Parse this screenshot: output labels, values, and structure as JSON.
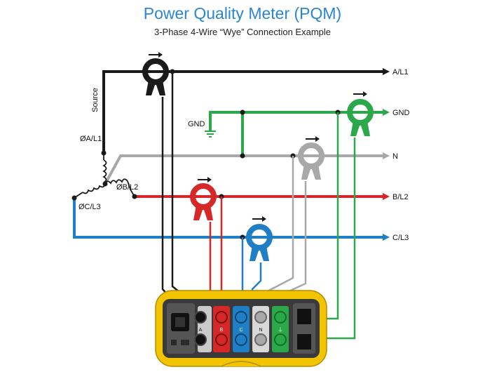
{
  "title": "Power Quality Meter (PQM)",
  "subtitle": "3-Phase 4-Wire “Wye” Connection Example",
  "lines": {
    "a": "A/L1",
    "gnd": "GND",
    "n": "N",
    "b": "B/L2",
    "c": "C/L3"
  },
  "source": {
    "label": "Source",
    "phase_a": "ØA/L1",
    "phase_b": "ØB/L2",
    "phase_c": "ØC/L3"
  },
  "ground_label": "GND",
  "meter": {
    "ports": [
      "A",
      "B",
      "C",
      "N",
      "⏚"
    ]
  },
  "colors": {
    "a": "#1a1a1a",
    "b": "#d62828",
    "c": "#1f7fc4",
    "n": "#a8a8a8",
    "gnd": "#2aa84a",
    "title": "#2a86d1",
    "meter_body": "#f2c500"
  }
}
